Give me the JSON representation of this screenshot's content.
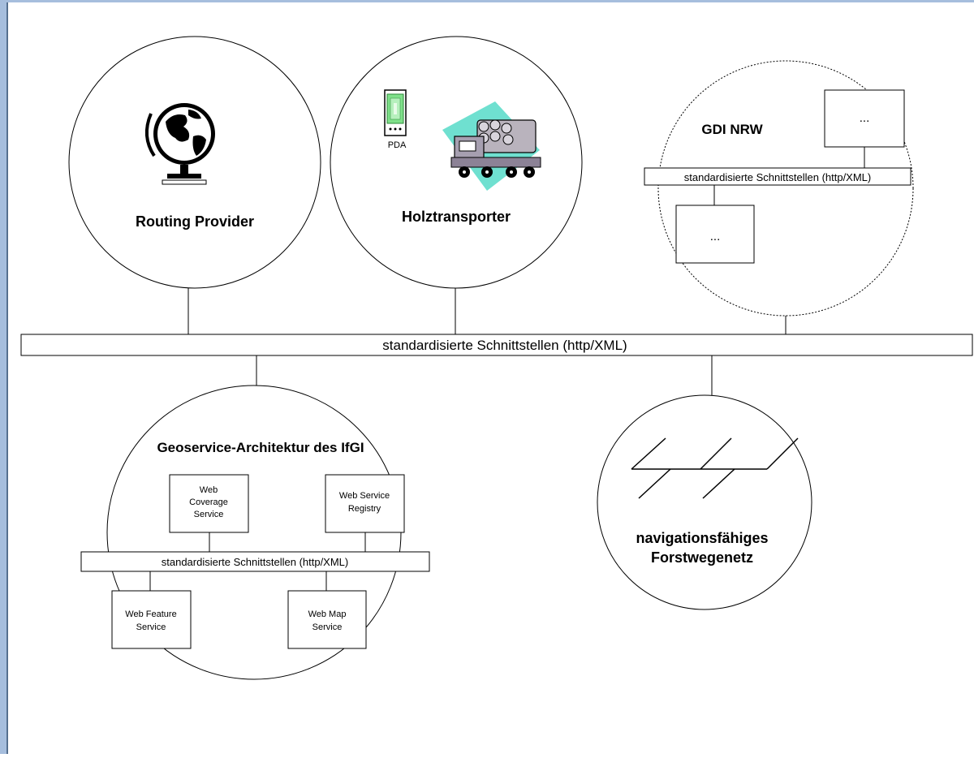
{
  "main_bus": {
    "label": "standardisierte Schnittstellen (http/XML)"
  },
  "routing_provider": {
    "title": "Routing Provider",
    "icon": "globe-icon"
  },
  "holztransporter": {
    "title": "Holztransporter",
    "pda_label": "PDA",
    "icon": "logging-truck-icon"
  },
  "gdi_nrw": {
    "title": "GDI NRW",
    "bus_label": "standardisierte Schnittstellen (http/XML)",
    "box_top": "...",
    "box_bottom": "..."
  },
  "ifgi": {
    "title": "Geoservice-Architektur des IfGI",
    "bus_label": "standardisierte Schnittstellen (http/XML)",
    "wcs": [
      "Web",
      "Coverage",
      "Service"
    ],
    "wsr": [
      "Web Service",
      "Registry"
    ],
    "wfs": [
      "Web Feature",
      "Service"
    ],
    "wms": [
      "Web Map",
      "Service"
    ]
  },
  "forstwegenetz": {
    "title_line1": "navigationsfähiges",
    "title_line2": "Forstwegenetz"
  },
  "colors": {
    "frame_blue": "#a6bedd",
    "line": "#000000",
    "truck_cyan": "#6fe0d0",
    "pda_green": "#7fe08a"
  }
}
